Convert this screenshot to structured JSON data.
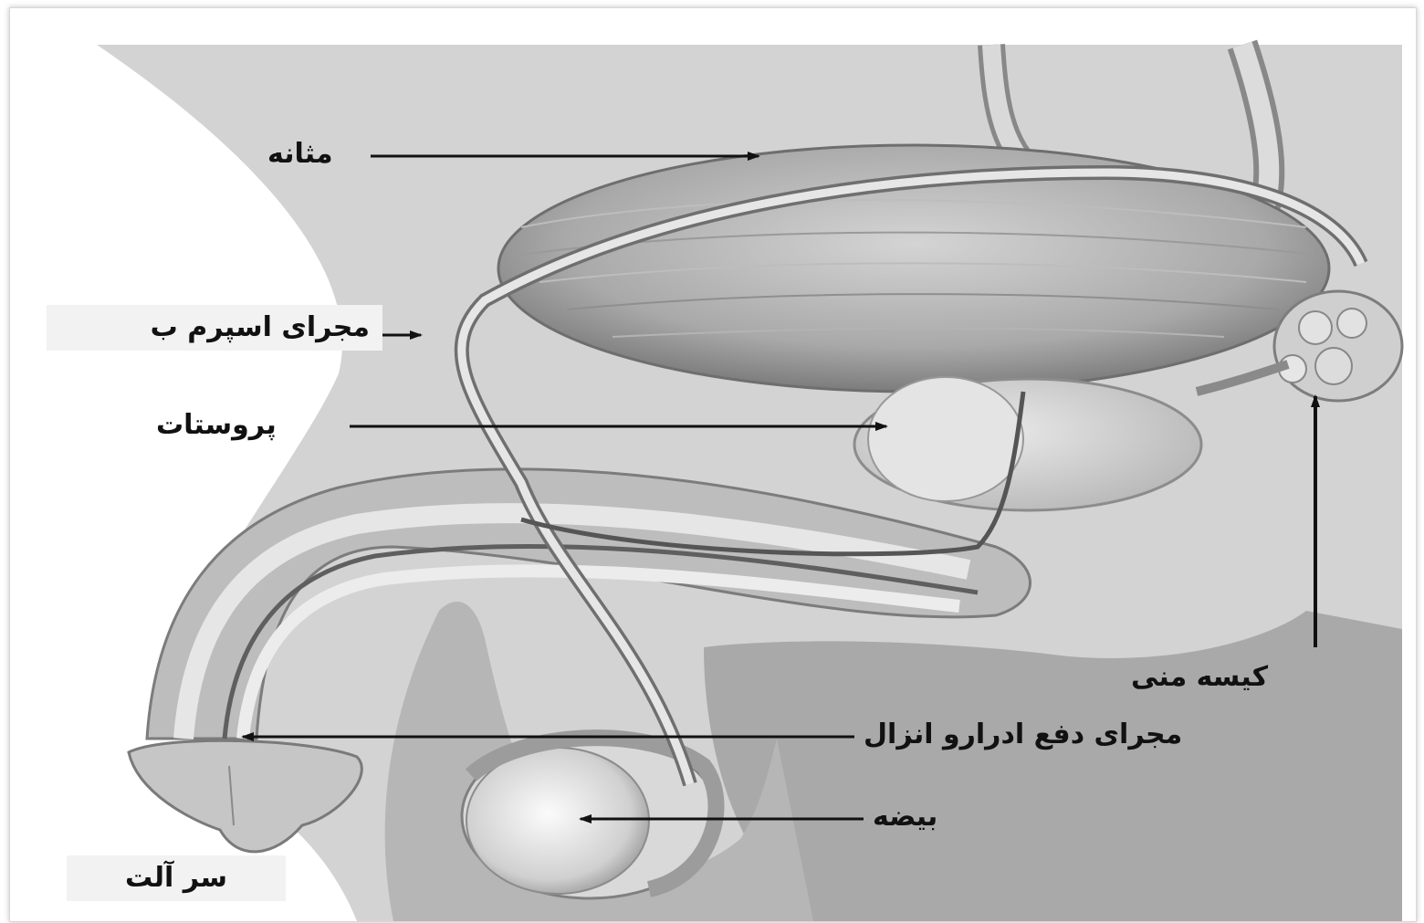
{
  "diagram": {
    "labels": {
      "bladder": "مثانه",
      "vas_deferens": "مجرای اسپرم ب",
      "prostate": "پروستات",
      "seminal_vesicle": "کیسه منی",
      "urethra": "مجرای دفع ادرارو انزال",
      "testis": "بیضه",
      "glans": "سر آلت"
    },
    "colors": {
      "background": "#d6d6d6",
      "tissue": "#c8c8c8",
      "organ_dark": "#8a8a8a",
      "arrow": "#111111"
    }
  }
}
